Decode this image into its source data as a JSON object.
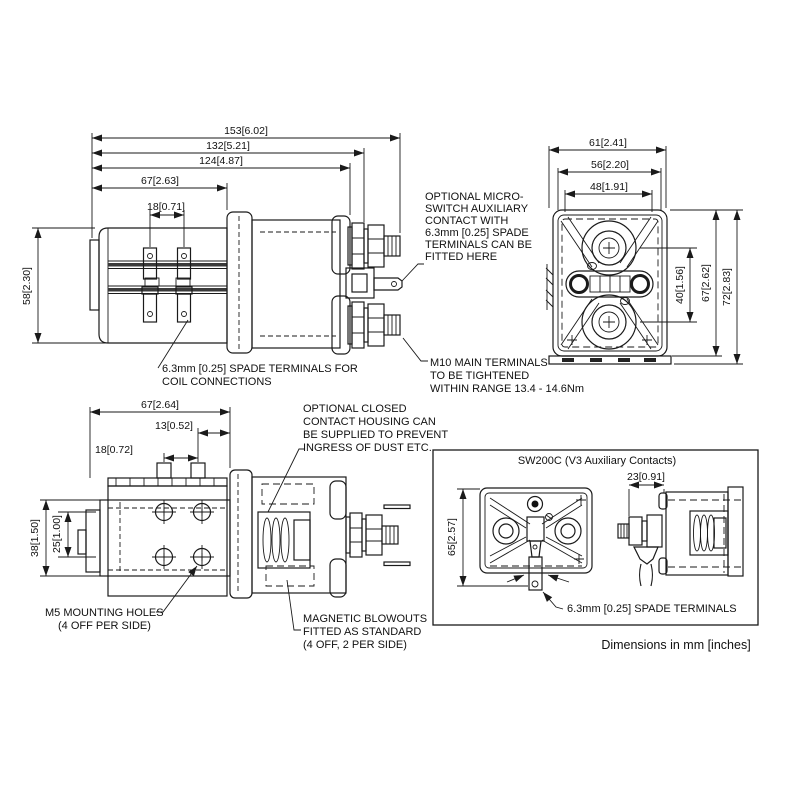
{
  "drawing": {
    "footer": "Dimensions in mm [inches]"
  },
  "colors": {
    "line": "#1a1a1a",
    "background": "#ffffff"
  },
  "side_view": {
    "dim_overall": "153[6.02]",
    "dim_132": "132[5.21]",
    "dim_124": "124[4.87]",
    "dim_67": "67[2.63]",
    "dim_18": "18[0.71]",
    "dim_height": "58[2.30]",
    "coil_note_1": "6.3mm [0.25] SPADE TERMINALS FOR",
    "coil_note_2": "COIL CONNECTIONS"
  },
  "front_view": {
    "dim_61": "61[2.41]",
    "dim_56": "56[2.20]",
    "dim_48": "48[1.91]",
    "dim_40": "40[1.56]",
    "dim_67": "67[2.62]",
    "dim_72": "72[2.83]"
  },
  "notes": {
    "micro_switch_1": "OPTIONAL MICRO-",
    "micro_switch_2": "SWITCH AUXILIARY",
    "micro_switch_3": "CONTACT WITH",
    "micro_switch_4": "6.3mm [0.25] SPADE",
    "micro_switch_5": "TERMINALS CAN BE",
    "micro_switch_6": "FITTED HERE",
    "m10_1": "M10 MAIN TERMINALS",
    "m10_2": "TO BE TIGHTENED",
    "m10_3": "WITHIN RANGE 13.4 - 14.6Nm",
    "closed_housing_1": "OPTIONAL CLOSED",
    "closed_housing_2": "CONTACT HOUSING CAN",
    "closed_housing_3": "BE SUPPLIED TO PREVENT",
    "closed_housing_4": "INGRESS OF DUST ETC.",
    "m5_1": "M5 MOUNTING HOLES",
    "m5_2": "(4 OFF PER SIDE)",
    "blowouts_1": "MAGNETIC BLOWOUTS",
    "blowouts_2": "FITTED AS STANDARD",
    "blowouts_3": "(4 OFF, 2 PER SIDE)"
  },
  "bottom_view": {
    "dim_67": "67[2.64]",
    "dim_13": "13[0.52]",
    "dim_18": "18[0.72]",
    "dim_38": "38[1.50]",
    "dim_25": "25[1.00]"
  },
  "inset": {
    "title": "SW200C (V3 Auxiliary Contacts)",
    "dim_23": "23[0.91]",
    "dim_65": "65[2.57]",
    "spade_note": "6.3mm [0.25] SPADE TERMINALS"
  }
}
